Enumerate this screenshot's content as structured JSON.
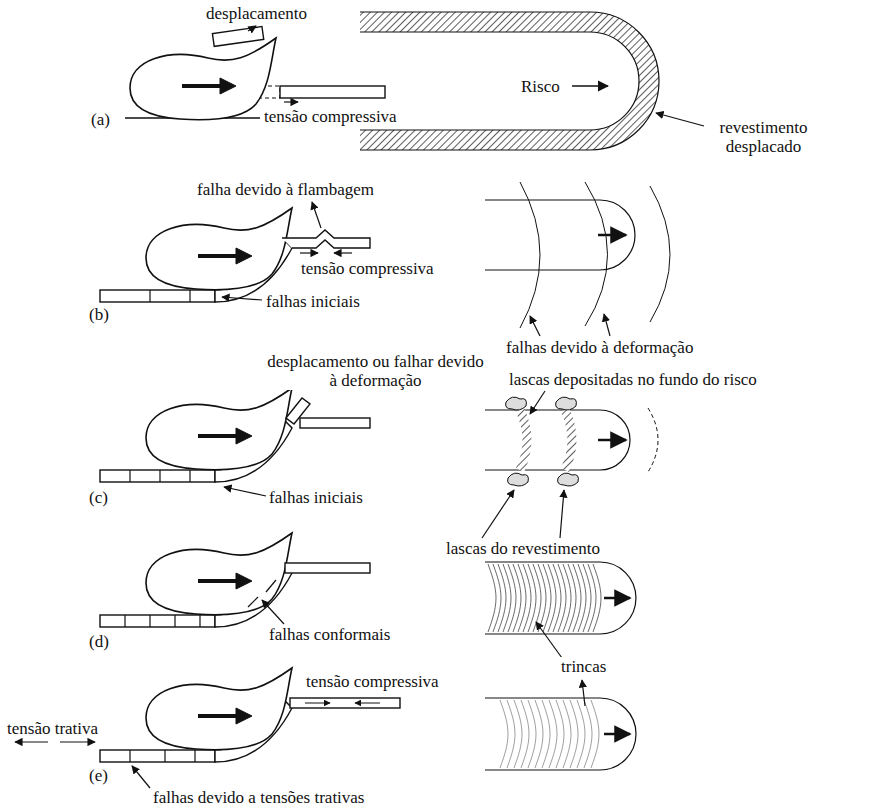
{
  "diagram": {
    "labels": [
      "desplacamento",
      "tensão compressiva",
      "(a)",
      "Risco",
      "revestimento desplacado",
      "falha devido à flambagem",
      "tensão compressiva",
      "falhas iniciais",
      "(b)",
      "falhas devido à deformação",
      "desplacamento ou falhar devido à deformação",
      "lascas depositadas no fundo do risco",
      "falhas iniciais",
      "(c)",
      "lascas do revestimento",
      "falhas conformais",
      "trincas",
      "(d)",
      "tensão compressiva",
      "tensão trativa",
      "(e)",
      "falhas devido a tensões trativas"
    ]
  }
}
